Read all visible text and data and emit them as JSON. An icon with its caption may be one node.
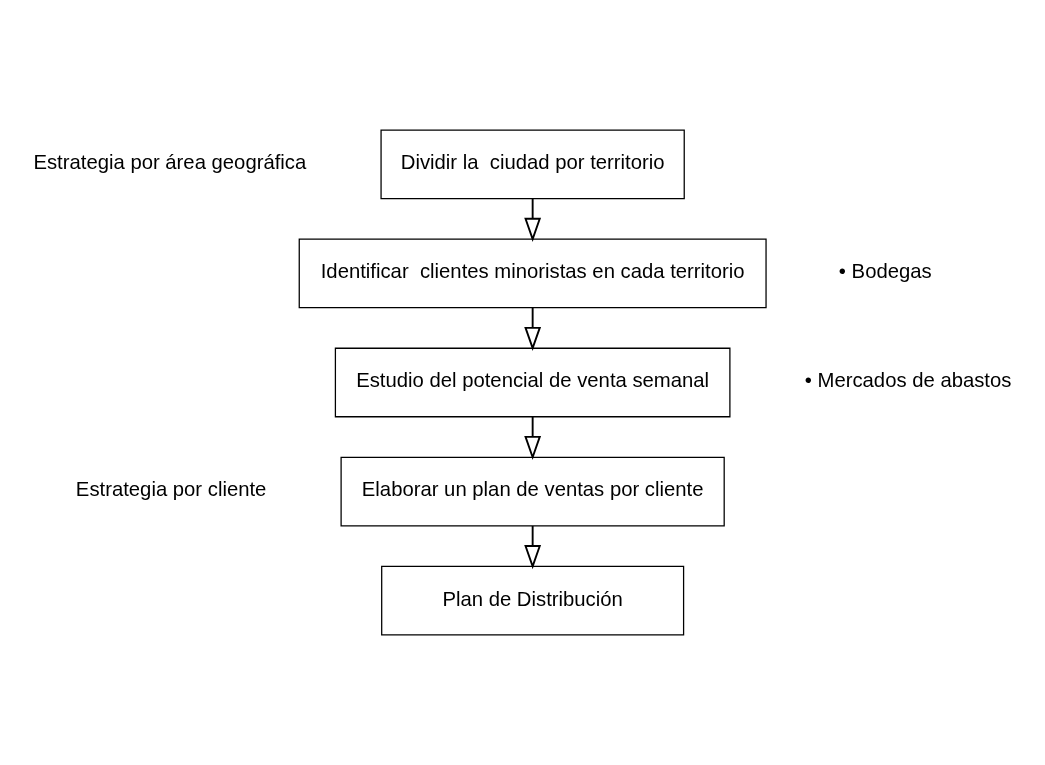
{
  "diagram": {
    "nodes": [
      {
        "text": [
          "Dividir la  ciudad por territorio"
        ]
      },
      {
        "text": [
          "Identificar  clientes minoristas en cada territorio"
        ]
      },
      {
        "text": [
          "Estudio del potencial de venta semanal"
        ]
      },
      {
        "text": [
          "Elaborar un plan de ventas por cliente"
        ]
      },
      {
        "text": [
          "Plan de Distribución"
        ]
      }
    ],
    "edges": [
      {
        "from": 0,
        "to": 1,
        "arrow": "to"
      },
      {
        "from": 1,
        "to": 2,
        "arrow": "to"
      },
      {
        "from": 2,
        "to": 3,
        "arrow": "to"
      },
      {
        "from": 3,
        "to": 4,
        "arrow": "to"
      }
    ],
    "labels": [
      "Estrategia por área geográfica",
      "• Bodegas",
      "• Mercados de abastos",
      "Estrategia por cliente"
    ]
  }
}
